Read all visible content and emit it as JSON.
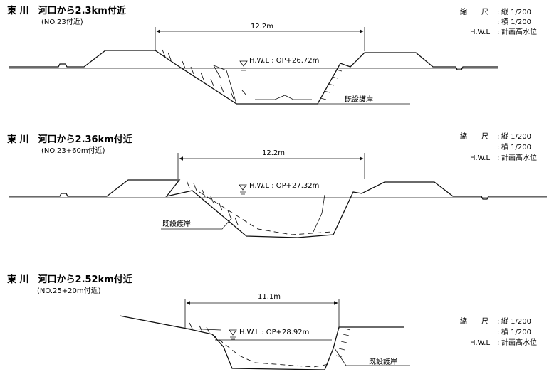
{
  "sections": [
    {
      "title": "東 川　河口から2.3km付近",
      "subtitle": "(NO.23付近)",
      "width_label": "12.2m",
      "hwl_label": "H.W.L : OP+26.72m",
      "revetment_label": "既設護岸",
      "scale_label": "縮　　尺",
      "scale_vertical": "縦 1/200",
      "scale_horizontal": "横 1/200",
      "hwl_key": "H.W.L",
      "hwl_desc": "計画高水位"
    },
    {
      "title": "東 川　河口から2.36km付近",
      "subtitle": "(NO.23+60m付近)",
      "width_label": "12.2m",
      "hwl_label": "H.W.L : OP+27.32m",
      "revetment_label": "既設護岸",
      "scale_label": "縮　　尺",
      "scale_vertical": "縦 1/200",
      "scale_horizontal": "横 1/200",
      "hwl_key": "H.W.L",
      "hwl_desc": "計画高水位"
    },
    {
      "title": "東 川　河口から2.52km付近",
      "subtitle": "(NO.25+20m付近)",
      "width_label": "11.1m",
      "hwl_label": "H.W.L : OP+28.92m",
      "revetment_label": "既設護岸",
      "scale_label": "縮　　尺",
      "scale_vertical": "縦 1/200",
      "scale_horizontal": "横 1/200",
      "hwl_key": "H.W.L",
      "hwl_desc": "計画高水位"
    }
  ]
}
